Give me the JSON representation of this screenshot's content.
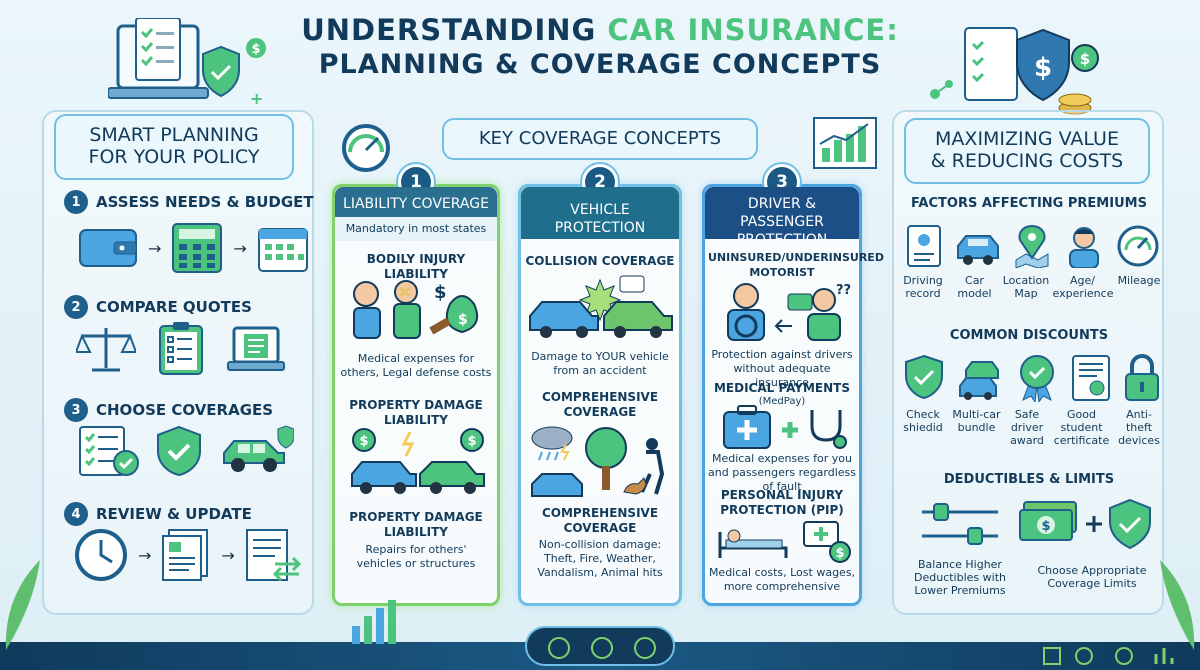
{
  "title": {
    "line1_prefix": "UNDERSTANDING ",
    "line1_highlight": "CAR INSURANCE:",
    "line2": "PLANNING & COVERAGE CONCEPTS"
  },
  "left_panel": {
    "heading_line1": "SMART PLANNING",
    "heading_line2": "FOR YOUR POLICY",
    "steps": [
      {
        "num": "1",
        "label": "ASSESS NEEDS & BUDGET"
      },
      {
        "num": "2",
        "label": "COMPARE QUOTES"
      },
      {
        "num": "3",
        "label": "CHOOSE COVERAGES"
      },
      {
        "num": "4",
        "label": "REVIEW & UPDATE"
      }
    ]
  },
  "center": {
    "heading": "KEY COVERAGE CONCEPTS",
    "columns": [
      {
        "num": "1",
        "title": "LIABILITY COVERAGE",
        "subtitle": "Mandatory in most states",
        "sections": [
          {
            "heading": "BODILY INJURY LIABILITY",
            "desc": "Medical expenses for others, Legal defense costs"
          },
          {
            "heading": "PROPERTY DAMAGE LIABILITY",
            "desc": ""
          },
          {
            "heading": "PROPERTY DAMAGE LIABILITY",
            "desc": "Repairs for others' vehicles or structures"
          }
        ]
      },
      {
        "num": "2",
        "title": "VEHICLE PROTECTION",
        "sections": [
          {
            "heading": "COLLISION COVERAGE",
            "desc": "Damage to YOUR vehicle from an accident"
          },
          {
            "heading": "COMPREHENSIVE COVERAGE",
            "desc": ""
          },
          {
            "heading": "COMPREHENSIVE COVERAGE",
            "desc": "Non-collision damage: Theft, Fire, Weather, Vandalism, Animal hits"
          }
        ]
      },
      {
        "num": "3",
        "title": "DRIVER & PASSENGER PROTECTION",
        "sections": [
          {
            "heading": "UNINSURED/UNDERINSURED MOTORIST",
            "desc": "Protection against drivers without adequate insurance"
          },
          {
            "heading": "MEDICAL PAYMENTS",
            "sub": "(MedPay)",
            "desc": "Medical expenses for you and passengers regardless of fault"
          },
          {
            "heading": "PERSONAL INJURY PROTECTION (PIP)",
            "desc": "Medical costs, Lost wages, more comprehensive"
          }
        ]
      }
    ]
  },
  "right_panel": {
    "heading_line1": "MAXIMIZING VALUE",
    "heading_line2": "& REDUCING COSTS",
    "factors_heading": "FACTORS AFFECTING PREMIUMS",
    "factors": [
      "Driving record",
      "Car model",
      "Location Map",
      "Age/ experience",
      "Mileage"
    ],
    "discounts_heading": "COMMON DISCOUNTS",
    "discounts": [
      "Check shiedid",
      "Multi-car bundle",
      "Safe driver award",
      "Good student certificate",
      "Anti-theft devices"
    ],
    "deductibles_heading": "DEDUCTIBLES & LIMITS",
    "deductibles": [
      "Balance Higher Deductibles with Lower Premiums",
      "Choose Appropriate Coverage Limits"
    ]
  },
  "colors": {
    "navy": "#123a5a",
    "green": "#4cc37e",
    "col1": "#2a6f8f",
    "col2": "#1f6e8c",
    "col3": "#1c4f86",
    "border": "#6fc0e4"
  }
}
